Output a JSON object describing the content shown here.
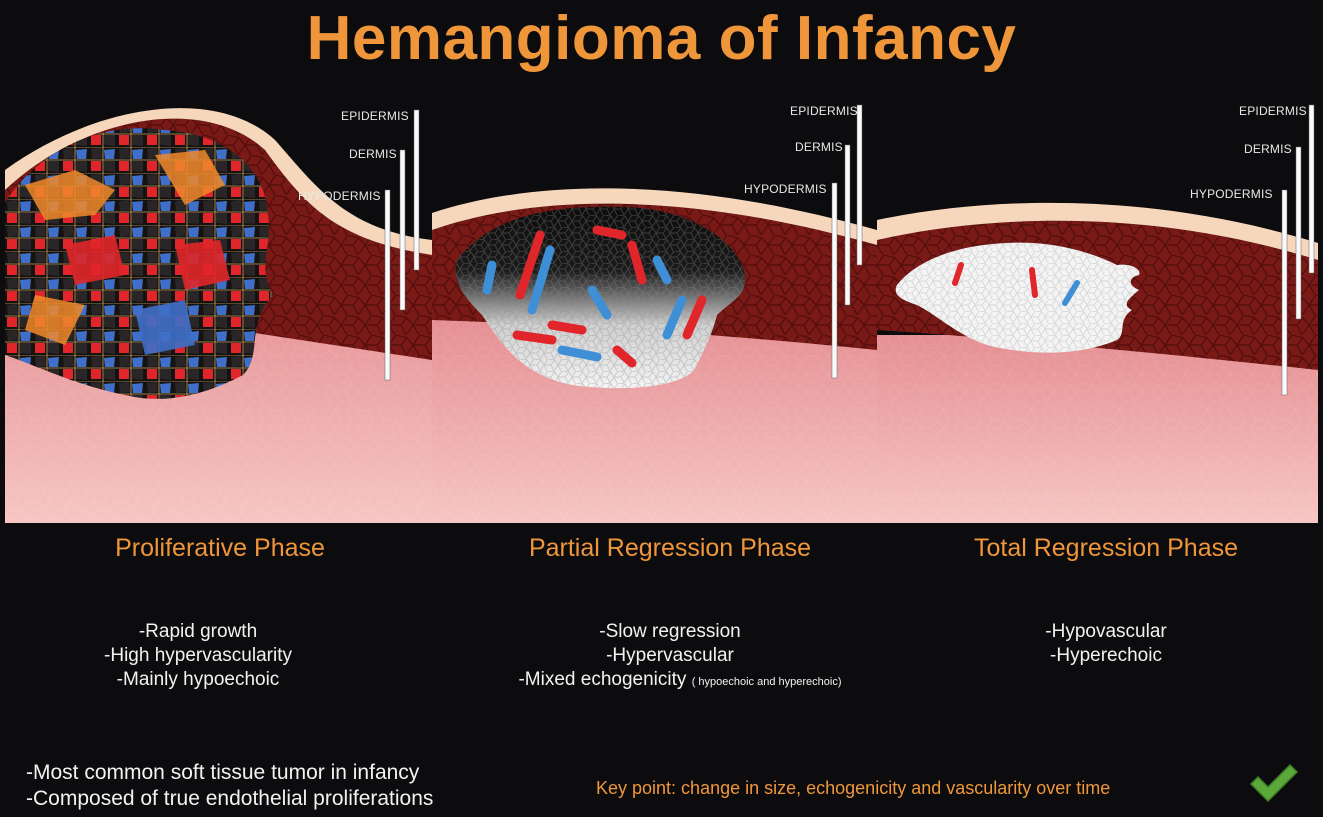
{
  "title": "Hemangioma of Infancy",
  "layer_labels": {
    "epidermis": "EPIDERMIS",
    "dermis": "DERMIS",
    "hypodermis": "HYPODERMIS"
  },
  "phases": [
    {
      "name": "Proliferative Phase",
      "bullets": [
        "-Rapid growth",
        "-High  hypervascularity",
        "-Mainly hypoechoic"
      ]
    },
    {
      "name": "Partial Regression Phase",
      "bullets": [
        "-Slow regression",
        "-Hypervascular",
        "-Mixed echogenicity"
      ],
      "bullet_note": "( hypoechoic and hyperechoic)"
    },
    {
      "name": "Total Regression Phase",
      "bullets": [
        "-Hypovascular",
        "-Hyperechoic"
      ]
    }
  ],
  "footer": [
    "-Most common soft tissue tumor in infancy",
    "-Composed of  true endothelial proliferations"
  ],
  "key_point": "Key point: change in size, echogenicity and vascularity over time",
  "colors": {
    "title": "#f0963a",
    "epidermis": "#f7d7bb",
    "dermis": "#7a1a17",
    "hypodermis": "#e8a0a0",
    "vessel_red": "#e0262a",
    "vessel_blue": "#3f8fd6",
    "check": "#5aa83a"
  }
}
